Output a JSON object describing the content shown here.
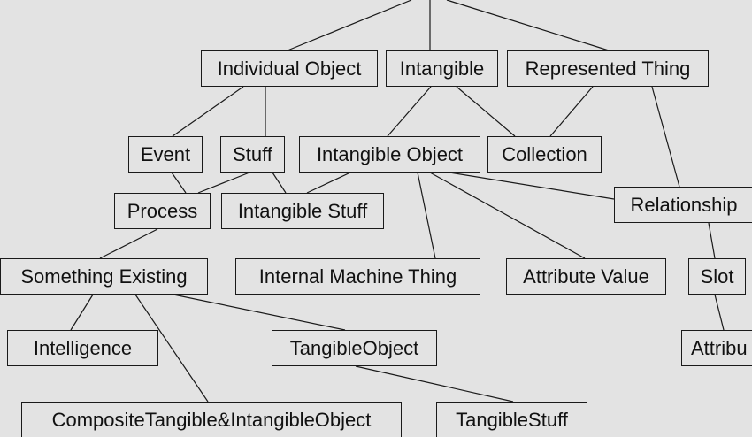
{
  "diagram": {
    "nodes": [
      {
        "id": "individual-object",
        "label": "Individual Object"
      },
      {
        "id": "intangible",
        "label": "Intangible"
      },
      {
        "id": "represented-thing",
        "label": "Represented Thing"
      },
      {
        "id": "event",
        "label": "Event"
      },
      {
        "id": "stuff",
        "label": "Stuff"
      },
      {
        "id": "intangible-object",
        "label": "Intangible Object"
      },
      {
        "id": "collection",
        "label": "Collection"
      },
      {
        "id": "process",
        "label": "Process"
      },
      {
        "id": "intangible-stuff",
        "label": "Intangible Stuff"
      },
      {
        "id": "relationship",
        "label": "Relationship"
      },
      {
        "id": "something-existing",
        "label": "Something Existing"
      },
      {
        "id": "internal-machine-thing",
        "label": "Internal Machine Thing"
      },
      {
        "id": "attribute-value",
        "label": "Attribute Value"
      },
      {
        "id": "slot",
        "label": "Slot"
      },
      {
        "id": "intelligence",
        "label": "Intelligence"
      },
      {
        "id": "tangible-object",
        "label": "TangibleObject"
      },
      {
        "id": "attribute",
        "label": "Attribu"
      },
      {
        "id": "composite-tangible-intangible-object",
        "label": "CompositeTangible&IntangibleObject"
      },
      {
        "id": "tangible-stuff",
        "label": "TangibleStuff"
      }
    ],
    "edges": [
      [
        "root",
        "individual-object"
      ],
      [
        "root",
        "intangible"
      ],
      [
        "root",
        "represented-thing"
      ],
      [
        "individual-object",
        "event"
      ],
      [
        "individual-object",
        "stuff"
      ],
      [
        "intangible",
        "intangible-object"
      ],
      [
        "intangible",
        "collection"
      ],
      [
        "represented-thing",
        "collection"
      ],
      [
        "represented-thing",
        "relationship"
      ],
      [
        "event",
        "process"
      ],
      [
        "stuff",
        "process"
      ],
      [
        "stuff",
        "intangible-stuff"
      ],
      [
        "intangible-object",
        "intangible-stuff"
      ],
      [
        "intangible-object",
        "internal-machine-thing"
      ],
      [
        "intangible-object",
        "attribute-value"
      ],
      [
        "intangible-object",
        "relationship"
      ],
      [
        "relationship",
        "slot"
      ],
      [
        "slot",
        "attribute"
      ],
      [
        "process",
        "something-existing"
      ],
      [
        "something-existing",
        "intelligence"
      ],
      [
        "something-existing",
        "composite-tangible-intangible-object"
      ],
      [
        "something-existing",
        "tangible-object"
      ],
      [
        "tangible-object",
        "tangible-stuff"
      ]
    ]
  }
}
